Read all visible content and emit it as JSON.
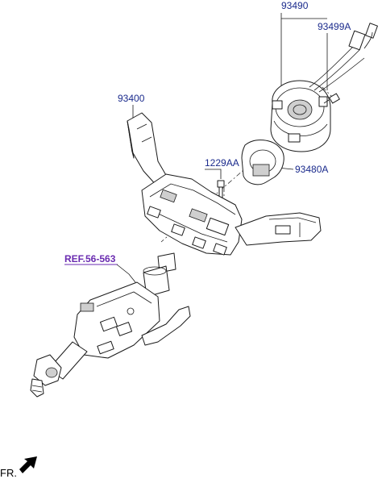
{
  "labels": {
    "p93490": "93490",
    "p93499a": "93499A",
    "p93400": "93400",
    "p1229aa": "1229AA",
    "p93480a": "93480A",
    "ref": "REF.56-563",
    "fr": "FR."
  },
  "colors": {
    "part_label": "#1a2a8c",
    "ref_label": "#6a2bb0",
    "line": "#1a1a1a"
  },
  "icons": {
    "front_direction": "arrow-icon"
  }
}
